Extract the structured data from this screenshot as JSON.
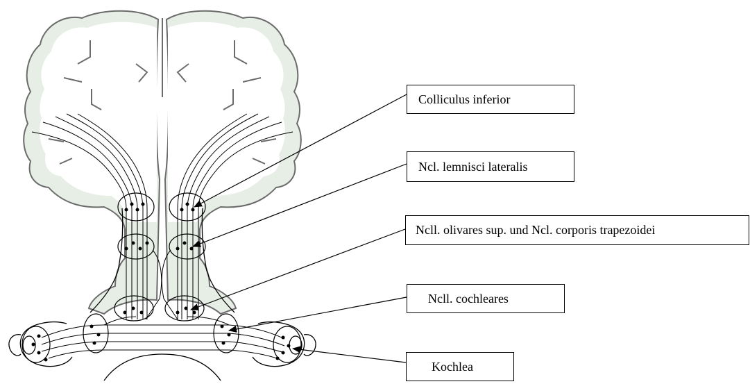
{
  "labels": {
    "colliculus_inferior": "Colliculus inferior",
    "ncl_lemnisci_lateralis": "Ncl. lemnisci lateralis",
    "ncll_olivares": "Ncll. olivares sup. und Ncl. corporis trapezoidei",
    "ncll_cochleares": "Ncll. cochleares",
    "kochlea": "Kochlea"
  },
  "colors": {
    "cortex_fill": "#e6eee6",
    "cortex_outline": "#6b6b6b",
    "line": "#000000"
  }
}
